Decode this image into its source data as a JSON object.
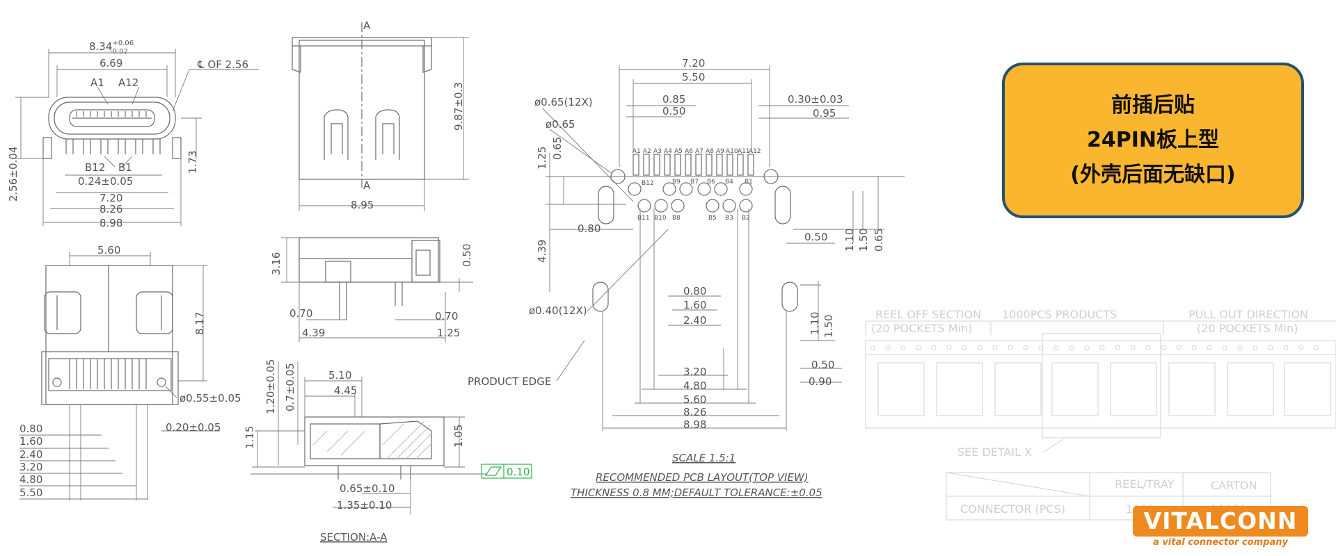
{
  "callout": {
    "line1": "前插后贴",
    "line2": "24PIN板上型",
    "line3": "(外壳后面无缺口)"
  },
  "logo": {
    "name": "VITALCONN",
    "tagline": "a vital connector company"
  },
  "colors": {
    "callout_fill": "#fbb630",
    "callout_border": "#24516f",
    "logo_orange": "#f08a1f",
    "flatness_box": "#2fb34a"
  },
  "front_view": {
    "width_base": "8.34",
    "width_tol_plus": "+0.06",
    "width_tol_minus": "-0.02",
    "inner_width": "6.69",
    "centerline_note": "℄ OF 2.56",
    "pin_a1": "A1",
    "pin_a12": "A12",
    "pin_b12": "B12",
    "pin_b1": "B1",
    "pitch": "0.24±0.05",
    "dim_7_20": "7.20",
    "dim_8_26": "8.26",
    "dim_8_98": "8.98",
    "height": "2.56±0.04",
    "dim_1_73": "1.73"
  },
  "bottom_view": {
    "top_width": "5.60",
    "height": "8.17",
    "hole": "ø0.55±0.05",
    "pin_width": "0.20±0.05",
    "rows": [
      "0.80",
      "1.60",
      "2.40",
      "3.20",
      "4.80",
      "5.50"
    ]
  },
  "top_view": {
    "section_mark": "A",
    "width": "8.95",
    "height": "9.87±0.3"
  },
  "side_view": {
    "height": "3.16",
    "dim_0_50": "0.50",
    "left_070": "0.70",
    "right_070": "0.70",
    "left_439": "4.39",
    "right_125": "1.25"
  },
  "section_view": {
    "dim_1_20": "1.20±0.05",
    "dim_0_7": "0.7±0.05",
    "dim_5_10": "5.10",
    "dim_4_45": "4.45",
    "dim_1_15": "1.15",
    "dim_1_05": "1.05",
    "flatness": "0.10",
    "dim_0_65": "0.65±0.10",
    "dim_1_35": "1.35±0.10",
    "title": "SECTION:A-A"
  },
  "pcb_layout": {
    "dim_7_20": "7.20",
    "dim_5_50": "5.50",
    "dim_0_85": "0.85",
    "dim_0_50": "0.50",
    "pad_dia": "ø0.65(12X)",
    "hole_dia": "ø0.65",
    "dim_0_30": "0.30±0.03",
    "dim_0_95": "0.95",
    "left_1_25": "1.25",
    "left_0_65": "0.65",
    "left_0_80": "0.80",
    "left_4_39": "4.39",
    "right_0_50a": "0.50",
    "right_1_10a": "1.10",
    "right_1_50a": "1.50",
    "right_0_65": "0.65",
    "c_0_80": "0.80",
    "c_1_60": "1.60",
    "c_2_40": "2.40",
    "small_hole": "ø0.40(12X)",
    "right_1_10b": "1.10",
    "right_1_50b": "1.50",
    "right_0_50b": "0.50",
    "right_0_90": "0.90",
    "product_edge": "PRODUCT EDGE",
    "b_3_20": "3.20",
    "b_4_80": "4.80",
    "b_5_60": "5.60",
    "b_8_26": "8.26",
    "b_8_98": "8.98",
    "pins_a": [
      "A1",
      "A2",
      "A3",
      "A4",
      "A5",
      "A6",
      "A7",
      "A8",
      "A9",
      "A10",
      "A11",
      "A12"
    ],
    "pins_b_top": [
      "B12",
      "B9",
      "B7",
      "B6",
      "B4",
      "B1"
    ],
    "pins_b_bottom": [
      "B11",
      "B10",
      "B8",
      "B5",
      "B3",
      "B2"
    ],
    "scale": "SCALE 1.5:1",
    "layout_title": "RECOMMENDED PCB LAYOUT(TOP VIEW)",
    "thickness_note": "THICKNESS 0.8 MM;DEFAULT TOLERANCE:±0.05"
  },
  "reel": {
    "reel_off": "REEL OFF SECTION",
    "reel_off_sub": "(20 POCKETS Min)",
    "products": "1000PCS PRODUCTS",
    "pull_out": "PULL OUT DIRECTION",
    "pull_out_sub": "(20 POCKETS Min)",
    "see_detail": "SEE DETAIL X",
    "table_col1": "REEL/TRAY",
    "table_col2": "CARTON",
    "table_row": "CONNECTOR (PCS)",
    "table_val1": "1000",
    "table_val2": "10000"
  }
}
